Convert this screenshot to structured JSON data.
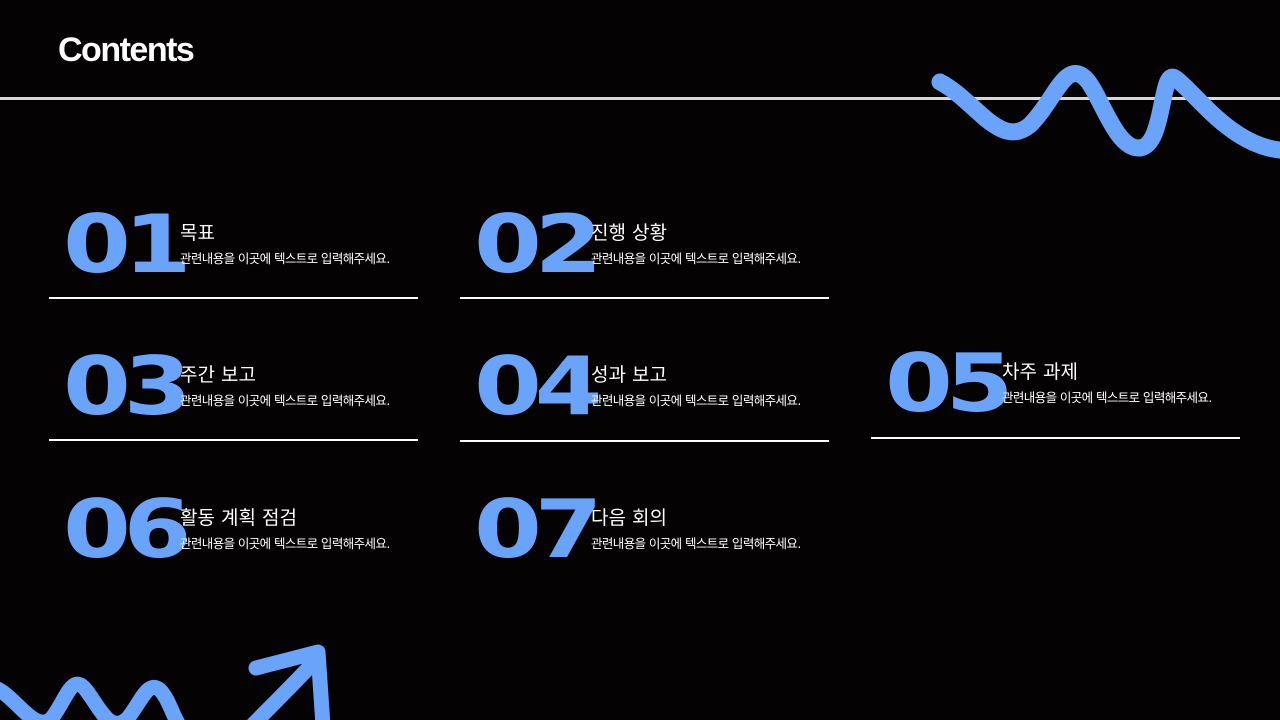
{
  "header": {
    "title": "Contents"
  },
  "colors": {
    "accent": "#6aa3fa",
    "background": "#040203",
    "rule": "#ffffff"
  },
  "items": [
    {
      "number": "01",
      "title": "목표",
      "description": "관련내용을 이곳에 텍스트로 입력해주세요."
    },
    {
      "number": "02",
      "title": "진행 상황",
      "description": "관련내용을 이곳에 텍스트로 입력해주세요."
    },
    {
      "number": "03",
      "title": "주간 보고",
      "description": "관련내용을 이곳에 텍스트로 입력해주세요."
    },
    {
      "number": "04",
      "title": "성과 보고",
      "description": "관련내용을 이곳에 텍스트로 입력해주세요."
    },
    {
      "number": "05",
      "title": "차주 과제",
      "description": "관련내용을 이곳에 텍스트로 입력해주세요."
    },
    {
      "number": "06",
      "title": "활동 계획 점검",
      "description": "관련내용을 이곳에 텍스트로 입력해주세요."
    },
    {
      "number": "07",
      "title": "다음 회의",
      "description": "관련내용을 이곳에 텍스트로 입력해주세요."
    }
  ]
}
